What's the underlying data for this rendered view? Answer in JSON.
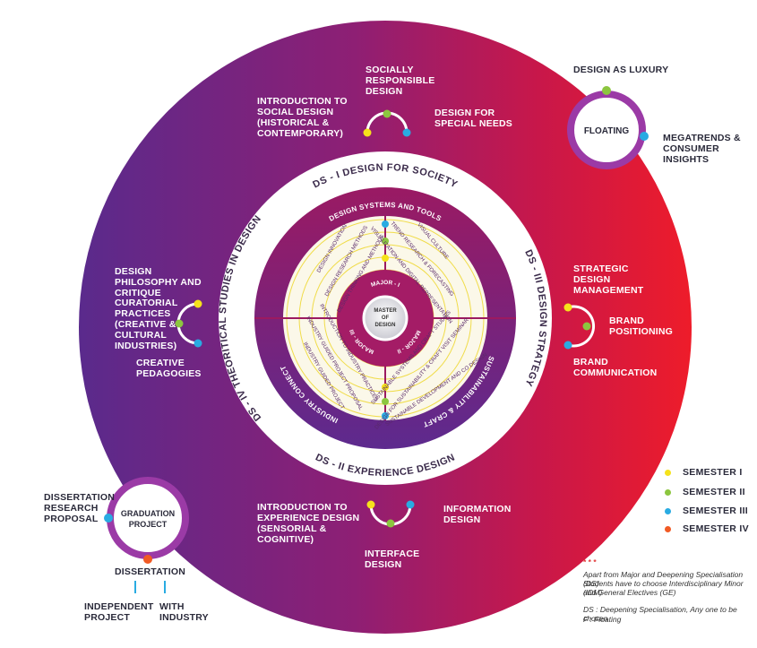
{
  "center": {
    "line1": "MASTER",
    "line2": "OF",
    "line3": "DESIGN"
  },
  "majors": {
    "major1": "MAJOR - I",
    "major2": "MAJOR - II",
    "major3": "MAJOR - III"
  },
  "purple_ring": {
    "top": "DESIGN SYSTEMS AND TOOLS",
    "right": "SUSTAINABILITY & CRAFT",
    "left": "INDUSTRY CONNECT"
  },
  "quad_tr": [
    "VISUAL CULTURE",
    "TREND RESEARCH & FORECASTING",
    "VISUALIZATION AND DIGITAL REPRESENTATION"
  ],
  "quad_tl": [
    "DESIGN INNOVATION",
    "DESIGN RESEARCH METHODS",
    "DESIGN THINKING AND METHODS"
  ],
  "quad_br": [
    "SUSTAINABLE SYSTEMS AND CRAFT STUDIES",
    "DESIGN FOR SUSTAINABILITY & CRAFT VISIT SEMINAR",
    "SUSTAINABLE DEVELOPMENT AND CO DESIGN"
  ],
  "quad_bl": [
    "INTRODUCTION TO INDUSTRY PRACTICES",
    "INDUSTRY GUIDED PROJECT PROPOSAL",
    "INDUSTRY GUIDED PROJECT"
  ],
  "white_ring": {
    "top": "DS - I DESIGN FOR SOCIETY",
    "bottom": "DS - II EXPERIENCE DESIGN",
    "right": "DS - III DESIGN STRATEGY",
    "left": "DS - IV THEORITICAL STUDIES IN DESIGN"
  },
  "ds1": {
    "left": "INTRODUCTION TO SOCIAL DESIGN (HISTORICAL & CONTEMPORARY)",
    "top": "SOCIALLY RESPONSIBLE DESIGN",
    "right": "DESIGN FOR SPECIAL NEEDS"
  },
  "ds2": {
    "left": "INTRODUCTION TO EXPERIENCE DESIGN (SENSORIAL & COGNITIVE)",
    "right": "INFORMATION DESIGN",
    "bottom": "INTERFACE DESIGN"
  },
  "ds3": {
    "top": "STRATEGIC DESIGN MANAGEMENT",
    "right": "BRAND POSITIONING",
    "bottom": "BRAND COMMUNICATION"
  },
  "ds4": {
    "top": "DESIGN PHILOSOPHY AND CRITIQUE",
    "middle": "CURATORIAL PRACTICES (CREATIVE & CULTURAL INDUSTRIES)",
    "bottom": "CREATIVE PEDAGOGIES"
  },
  "floating": {
    "center": "FLOATING",
    "top": "DESIGN AS LUXURY",
    "right": "MEGATRENDS & CONSUMER INSIGHTS"
  },
  "graduation": {
    "center1": "GRADUATION",
    "center2": "PROJECT",
    "left": "DISSERTATION RESEARCH PROPOSAL",
    "bottom": "DISSERTATION",
    "opt1": "INDEPENDENT PROJECT",
    "opt2": "WITH INDUSTRY"
  },
  "legend": [
    {
      "label": "SEMESTER I",
      "color": "#f5e21b"
    },
    {
      "label": "SEMESTER II",
      "color": "#8cc63f"
    },
    {
      "label": "SEMESTER III",
      "color": "#29abe2"
    },
    {
      "label": "SEMESTER IV",
      "color": "#f15a24"
    }
  ],
  "notes": {
    "stars": "* * *",
    "line1": "Apart from Major and Deepening Specialisation (DS)",
    "line2": "Students have to choose Interdisciplinary Minor (IDM)",
    "line3": "and General Electives (GE)",
    "line4": "DS : Deepening Specialisation, Any one to be chosen",
    "line5": "F    : Floating"
  },
  "colors": {
    "purple": "#5b2d91",
    "magenta": "#a3195b",
    "red": "#ed1c24",
    "deep": "#7a1a6a"
  }
}
